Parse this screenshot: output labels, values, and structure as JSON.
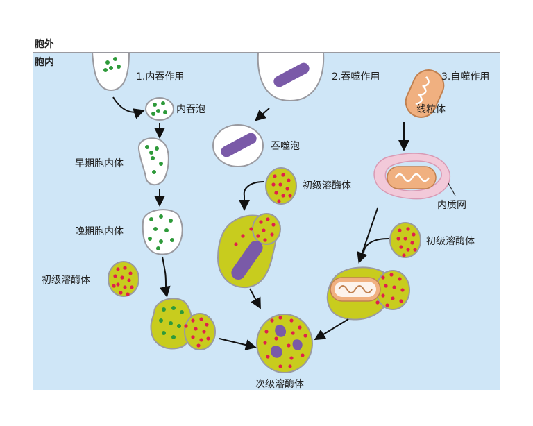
{
  "regions": {
    "outside": "胞外",
    "inside": "胞内"
  },
  "pathways": {
    "endocytosis": "1.内吞作用",
    "phagocytosis": "2.吞噬作用",
    "autophagy": "3.自噬作用"
  },
  "labels": {
    "endocytic_vesicle": "内吞泡",
    "early_endosome": "早期胞内体",
    "late_endosome": "晚期胞内体",
    "primary_lysosome_1": "初级溶酶体",
    "phagosome": "吞噬泡",
    "primary_lysosome_2": "初级溶酶体",
    "mitochondrion": "线粒体",
    "er": "内质网",
    "primary_lysosome_3": "初级溶酶体",
    "secondary_lysosome": "次级溶酶体"
  },
  "colors": {
    "cytoplasm": "#cfe6f7",
    "membrane": "#9a9aa0",
    "vesicle_fill": "#ffffff",
    "lysosome_fill": "#c8cc1e",
    "enzyme_dot": "#e0204a",
    "cargo_dot": "#2e9a3a",
    "bacterium": "#7a5aa8",
    "mitochondrion": "#f0b080",
    "er": "#f2c9d9"
  }
}
